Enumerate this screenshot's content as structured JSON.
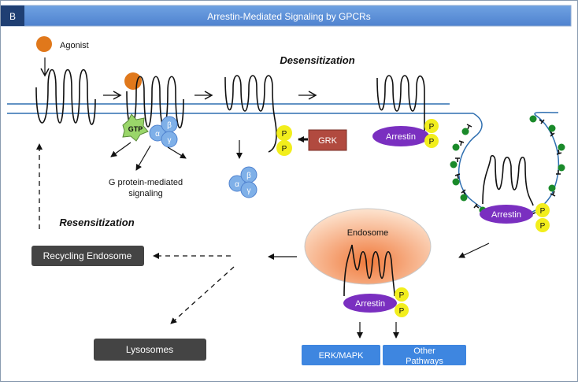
{
  "header": {
    "panel_letter": "B",
    "title": "Arrestin-Mediated Signaling by GPCRs"
  },
  "labels": {
    "agonist": "Agonist",
    "desensitization": "Desensitization",
    "resensitization": "Resensitization",
    "gprotein_line1": "G protein-mediated",
    "gprotein_line2": "signaling",
    "gtp": "GTP",
    "alpha": "α",
    "beta": "β",
    "gamma": "γ",
    "grk": "GRK",
    "arrestin": "Arrestin",
    "phospho": "P",
    "endosome": "Endosome",
    "recycling_endosome": "Recycling Endosome",
    "lysosomes": "Lysosomes",
    "erk_mapk": "ERK/MAPK",
    "other_line1": "Other",
    "other_line2": "Pathways"
  },
  "colors": {
    "header_bg": "#5b8fd6",
    "header_dark": "#1f3f73",
    "agonist": "#e0781b",
    "gprotein": "#7fb0e8",
    "gtp": "#9ad66a",
    "phospho": "#f2ee1c",
    "arrestin": "#7a2fc0",
    "grk": "#b14a3f",
    "gray_box": "#444444",
    "blue_box": "#3e86e0",
    "membrane": "#2f6fb0",
    "clathrin_dot": "#1a8a2a"
  }
}
